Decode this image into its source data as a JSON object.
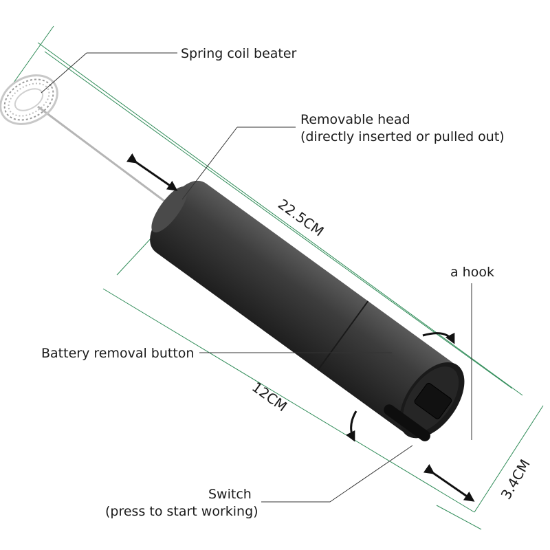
{
  "colors": {
    "body_dark": "#2b2b2b",
    "body_mid": "#3d3d3d",
    "body_light": "#5a5a5a",
    "dimension_line": "#2e8b57",
    "label_text": "#1a1a1a",
    "metal": "#b5b5b5"
  },
  "labels": {
    "spring": "Spring coil beater",
    "head_line1": "Removable head",
    "head_line2": "(directly inserted or pulled out)",
    "hook": "a hook",
    "battery": "Battery removal button",
    "switch_line1": "Switch",
    "switch_line2": "(press to start working)"
  },
  "dimensions": {
    "length_total": "22.5CM",
    "length_body": "12CM",
    "diameter": "3.4CM"
  },
  "icons": [
    "spring-coil-icon",
    "rotate-arrow-icon",
    "double-arrow-icon"
  ]
}
